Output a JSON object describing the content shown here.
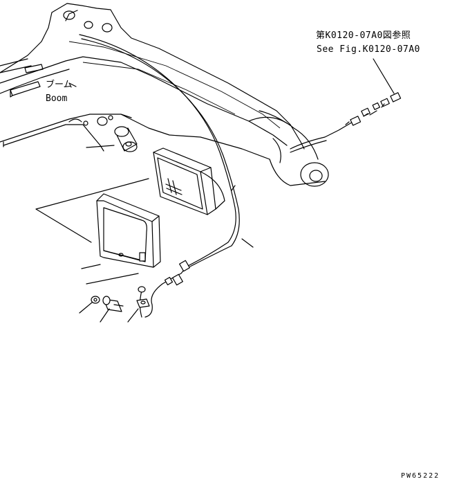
{
  "reference": {
    "japanese": "第K0120-07A0図参照",
    "english": "See Fig.K0120-07A0"
  },
  "boom_label": {
    "japanese": "ブーム",
    "english": "Boom"
  },
  "drawing_code": "PW65222"
}
